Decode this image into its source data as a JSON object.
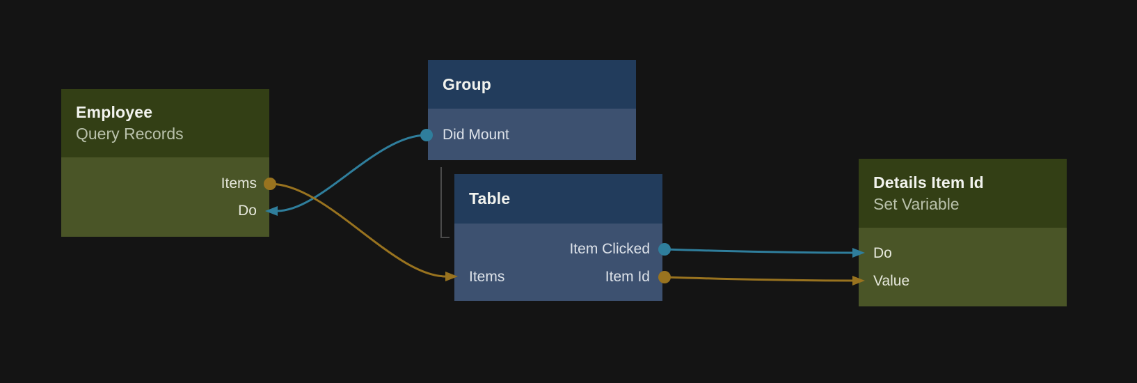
{
  "canvas": {
    "background": "#141414"
  },
  "palette": {
    "teal_accent": "#2f7e9c",
    "orange_accent": "#99731f",
    "olive_node_header": "#333f15",
    "olive_node_body": "#4a5527",
    "blue_node_header": "#223c5c",
    "blue_node_body": "#3d5170",
    "hierarchy_bracket_gray": "#4a4a4a",
    "title_text": "#f2f3ee",
    "subtitle_text": "#b9c1ab",
    "port_text": "#e7e9dd"
  },
  "nodes": {
    "employee": {
      "title": "Employee",
      "subtitle": "Query Records",
      "ports": {
        "items_out": "Items",
        "do_in": "Do"
      }
    },
    "group": {
      "title": "Group",
      "ports": {
        "did_mount_out": "Did Mount"
      }
    },
    "table": {
      "title": "Table",
      "ports": {
        "item_clicked_out": "Item Clicked",
        "items_in": "Items",
        "item_id_out": "Item Id"
      }
    },
    "details": {
      "title": "Details Item Id",
      "subtitle": "Set Variable",
      "ports": {
        "do_in": "Do",
        "value_in": "Value"
      }
    }
  },
  "edges": [
    {
      "from": "group.did_mount_out",
      "to": "employee.do_in",
      "color": "#2f7e9c"
    },
    {
      "from": "employee.items_out",
      "to": "table.items_in",
      "color": "#99731f"
    },
    {
      "from": "table.item_clicked_out",
      "to": "details.do_in",
      "color": "#2f7e9c"
    },
    {
      "from": "table.item_id_out",
      "to": "details.value_in",
      "color": "#99731f"
    }
  ]
}
